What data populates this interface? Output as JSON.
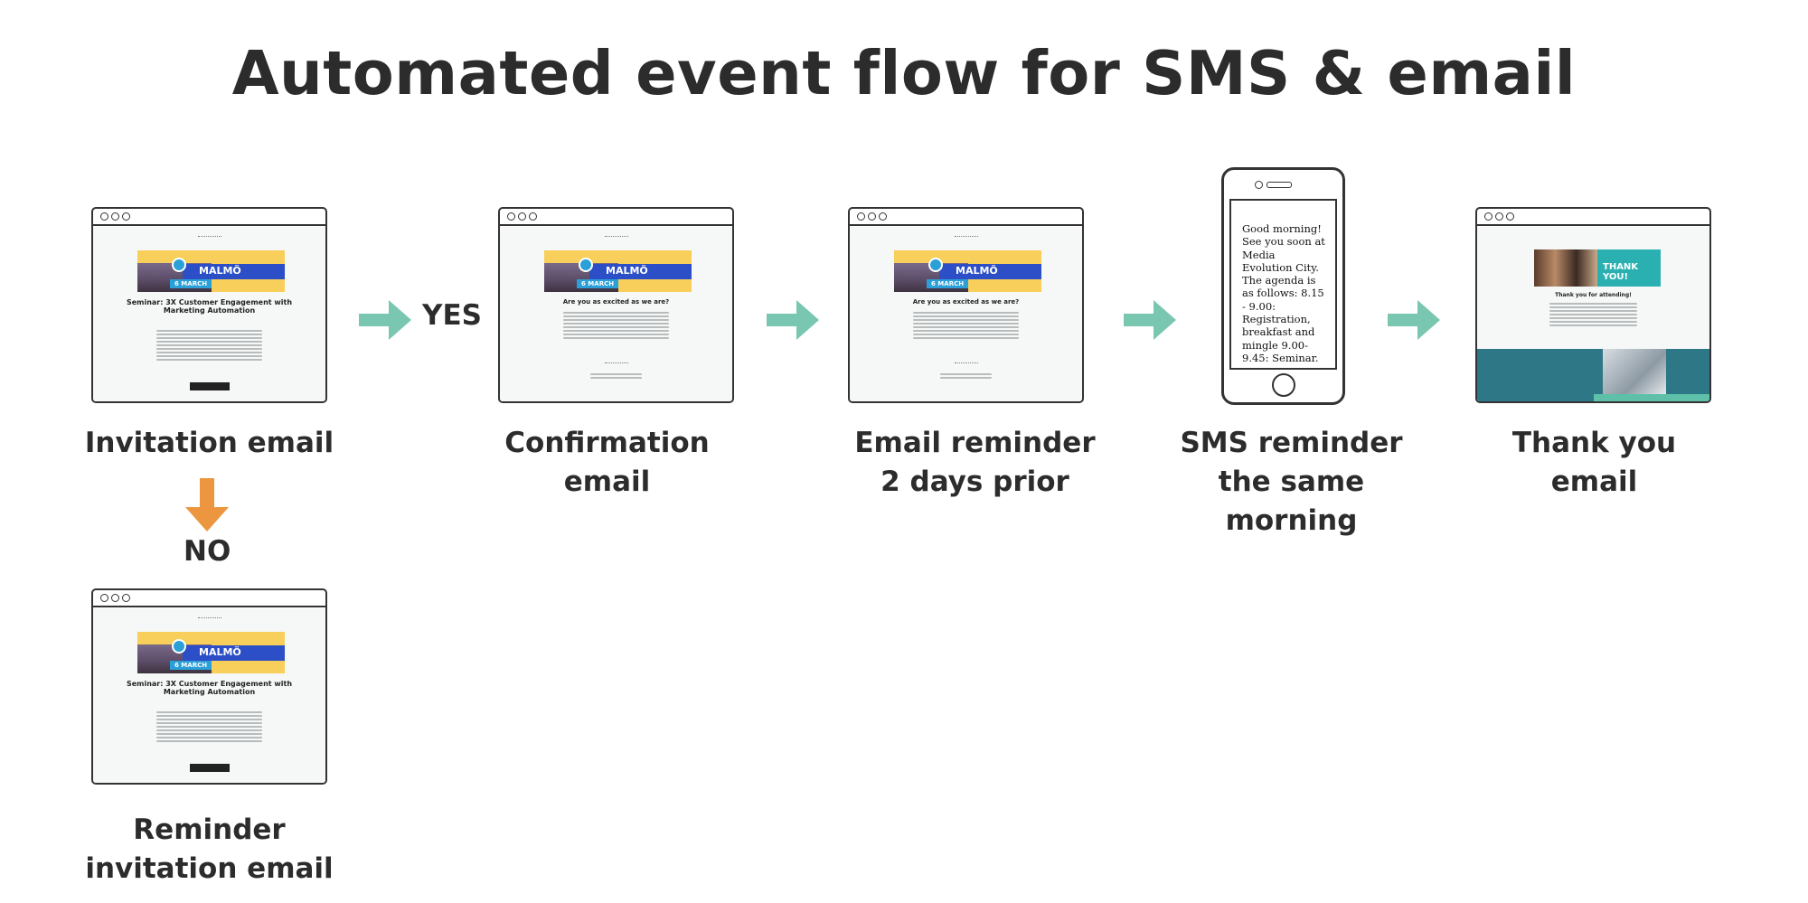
{
  "title": "Automated event flow for SMS & email",
  "steps": [
    {
      "id": "invitation",
      "label_lines": [
        "Invitation email"
      ]
    },
    {
      "id": "confirmation",
      "label_lines": [
        "Confirmation",
        "email"
      ]
    },
    {
      "id": "email-reminder",
      "label_lines": [
        "Email reminder",
        "2 days prior"
      ]
    },
    {
      "id": "sms-reminder",
      "label_lines": [
        "SMS reminder",
        "the same",
        "morning"
      ]
    },
    {
      "id": "thank-you",
      "label_lines": [
        "Thank you",
        "email"
      ]
    },
    {
      "id": "reminder-invitation",
      "label_lines": [
        "Reminder",
        "invitation email"
      ]
    }
  ],
  "branches": {
    "yes": "YES",
    "no": "NO"
  },
  "email_preview": {
    "city": "MALMÖ",
    "date": "6 MARCH",
    "invitation_headline": "Seminar: 3X Customer Engagement with Marketing Automation",
    "confirmation_headline": "Are you as excited as we are?",
    "thank_you_banner": "THANK YOU!",
    "thank_you_headline": "Thank you for attending!"
  },
  "sms": {
    "text": "Good morning! See you soon at Media Evolution City. The agenda is as follows: 8.15 - 9.00: Registration, breakfast and mingle 9.00-9.45: Seminar."
  },
  "colors": {
    "flow_arrow": "#79c7b1",
    "no_arrow": "#ec9640",
    "banner_yellow": "#f7cf5a",
    "banner_blue": "#2c4fc7",
    "date_blue": "#2a9fd8",
    "teal": "#2ab0b1"
  }
}
